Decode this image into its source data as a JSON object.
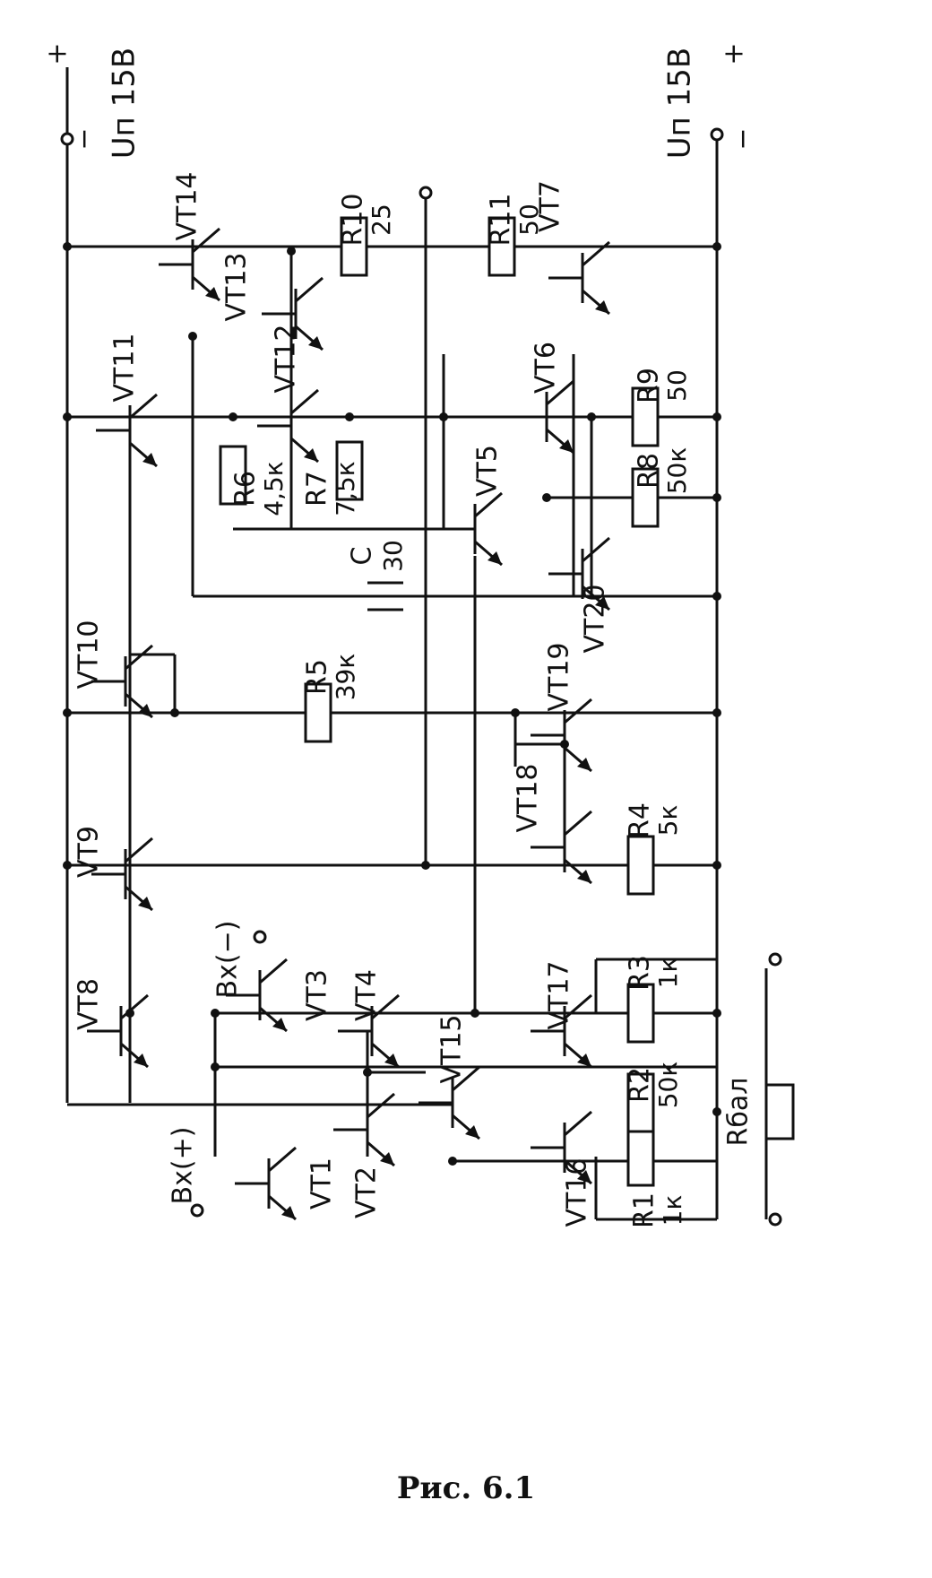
{
  "figure": {
    "caption": "Рис. 6.1",
    "supply": {
      "label": "Uп 15В",
      "plus": "+",
      "minus": "−"
    },
    "inputs": {
      "noninverting": "Вх(+)",
      "inverting": "Вх(−)"
    },
    "balance_resistor": "Rбал",
    "transistors": [
      "VT1",
      "VT2",
      "VT3",
      "VT4",
      "VT5",
      "VT6",
      "VT7",
      "VT8",
      "VT9",
      "VT10",
      "VT11",
      "VT12",
      "VT13",
      "VT14",
      "VT15",
      "VT16",
      "VT17",
      "VT18",
      "VT19",
      "VT20"
    ],
    "resistors": [
      {
        "name": "R1",
        "value": "1к"
      },
      {
        "name": "R2",
        "value": "50к"
      },
      {
        "name": "R3",
        "value": "1к"
      },
      {
        "name": "R4",
        "value": "5к"
      },
      {
        "name": "R5",
        "value": "39к"
      },
      {
        "name": "R6",
        "value": "4,5к"
      },
      {
        "name": "R7",
        "value": "7,5к"
      },
      {
        "name": "R8",
        "value": "50к"
      },
      {
        "name": "R9",
        "value": "50"
      },
      {
        "name": "R10",
        "value": "25"
      },
      {
        "name": "R11",
        "value": "50"
      }
    ],
    "capacitor": {
      "name": "C",
      "value": "30"
    }
  }
}
